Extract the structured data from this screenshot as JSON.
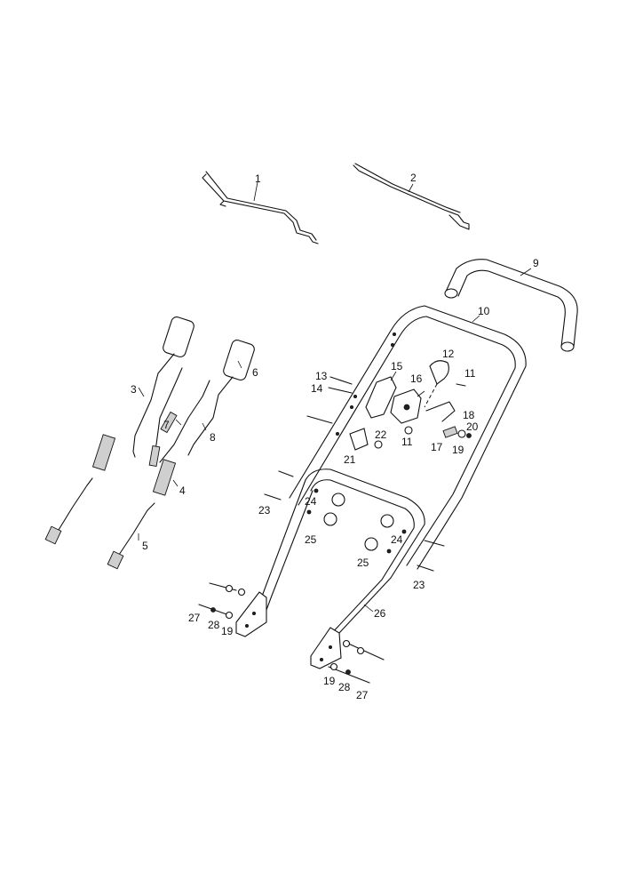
{
  "diagram": {
    "callouts": [
      {
        "id": "c1",
        "text": "1"
      },
      {
        "id": "c2",
        "text": "2"
      },
      {
        "id": "c3",
        "text": "3"
      },
      {
        "id": "c4",
        "text": "4"
      },
      {
        "id": "c5",
        "text": "5"
      },
      {
        "id": "c6",
        "text": "6"
      },
      {
        "id": "c7",
        "text": "7"
      },
      {
        "id": "c8",
        "text": "8"
      },
      {
        "id": "c9",
        "text": "9"
      },
      {
        "id": "c10",
        "text": "10"
      },
      {
        "id": "c11a",
        "text": "11"
      },
      {
        "id": "c11b",
        "text": "11"
      },
      {
        "id": "c12",
        "text": "12"
      },
      {
        "id": "c13",
        "text": "13"
      },
      {
        "id": "c14",
        "text": "14"
      },
      {
        "id": "c15",
        "text": "15"
      },
      {
        "id": "c16",
        "text": "16"
      },
      {
        "id": "c17",
        "text": "17"
      },
      {
        "id": "c18",
        "text": "18"
      },
      {
        "id": "c19a",
        "text": "19"
      },
      {
        "id": "c19b",
        "text": "19"
      },
      {
        "id": "c19c",
        "text": "19"
      },
      {
        "id": "c20",
        "text": "20"
      },
      {
        "id": "c21",
        "text": "21"
      },
      {
        "id": "c22",
        "text": "22"
      },
      {
        "id": "c23a",
        "text": "23"
      },
      {
        "id": "c23b",
        "text": "23"
      },
      {
        "id": "c24a",
        "text": "24"
      },
      {
        "id": "c24b",
        "text": "24"
      },
      {
        "id": "c25a",
        "text": "25"
      },
      {
        "id": "c25b",
        "text": "25"
      },
      {
        "id": "c26",
        "text": "26"
      },
      {
        "id": "c27a",
        "text": "27"
      },
      {
        "id": "c27b",
        "text": "27"
      },
      {
        "id": "c28a",
        "text": "28"
      },
      {
        "id": "c28b",
        "text": "28"
      }
    ]
  }
}
